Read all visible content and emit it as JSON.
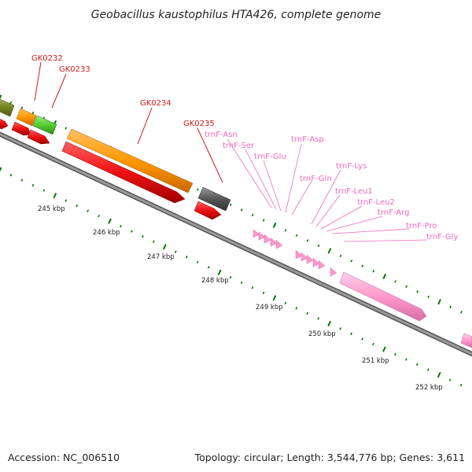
{
  "title": "Geobacillus kaustophilus HTA426, complete genome",
  "footer": {
    "accession": "Accession: NC_006510",
    "topology": "Topology: circular; Length: 3,544,776 bp; Genes: 3,611"
  },
  "kbp_ticks": [
    "245 kbp",
    "246 kbp",
    "247 kbp",
    "248 kbp",
    "249 kbp",
    "250 kbp",
    "251 kbp",
    "252 kbp"
  ],
  "gene_labels": [
    "GK0232",
    "GK0233",
    "GK0234",
    "GK0235"
  ],
  "trna_labels": [
    "trnF-Asn",
    "trnF-Ser",
    "trnF-Glu",
    "trnF-Asp",
    "trnF-Gln",
    "trnF-Lys",
    "trnF-Leu1",
    "trnF-Leu2",
    "trnF-Arg",
    "trnF-Pro",
    "trnF-Gly"
  ],
  "colors": {
    "gk_label": "#d01818",
    "trna_label": "#f06ab8",
    "cds_red": "#ee1111",
    "gene_orange": "#ff9900",
    "gene_green": "#55cc33",
    "gene_gray": "#555555",
    "trna_pink": "#ff99cc",
    "tick_green": "#007700",
    "backbone": "#888888"
  }
}
